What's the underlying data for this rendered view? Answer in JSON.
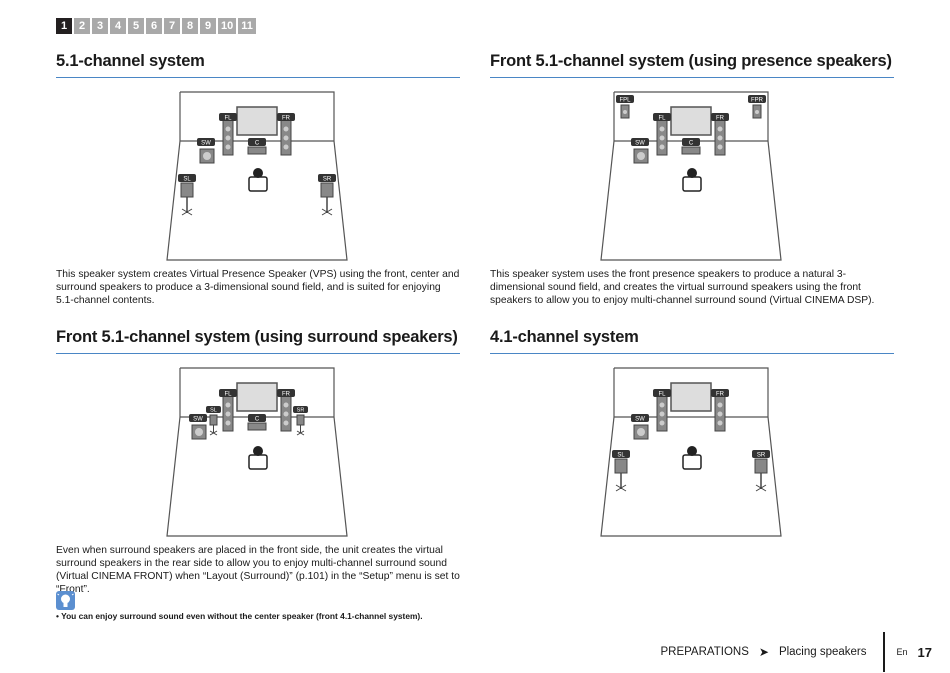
{
  "steps": [
    "1",
    "2",
    "3",
    "4",
    "5",
    "6",
    "7",
    "8",
    "9",
    "10",
    "11"
  ],
  "sections": [
    {
      "title": "5.1-channel system",
      "body": "This speaker system creates Virtual Presence Speaker (VPS) using the front, center and surround speakers to produce a 3-dimensional sound field, and is suited for enjoying 5.1-channel contents."
    },
    {
      "title": "Front 5.1-channel system (using presence speakers)",
      "body": "This speaker system uses the front presence speakers to produce a natural 3-dimensional sound field, and creates the virtual surround speakers using the front speakers to allow you to enjoy multi-channel surround sound (Virtual CINEMA DSP)."
    },
    {
      "title": "Front 5.1-channel system (using surround speakers)",
      "body": "Even when surround speakers are placed in the front side, the unit creates the virtual surround speakers in the rear side to allow you to enjoy multi-channel surround sound (Virtual CINEMA FRONT) when “Layout (Surround)” (p.101) in the “Setup” menu is set to “Front”."
    },
    {
      "title": "4.1-channel system",
      "body": ""
    }
  ],
  "labels": {
    "fl": "FL",
    "fr": "FR",
    "c": "C",
    "sw": "SW",
    "sl": "SL",
    "sr": "SR",
    "fpl": "FPL",
    "fpr": "FPR"
  },
  "tip": "•  You can enjoy surround sound even without the center speaker (front 4.1-channel system).",
  "footer": {
    "chapter": "PREPARATIONS",
    "arrow": "➤",
    "topic": "Placing speakers",
    "lang": "En",
    "page": "17"
  }
}
